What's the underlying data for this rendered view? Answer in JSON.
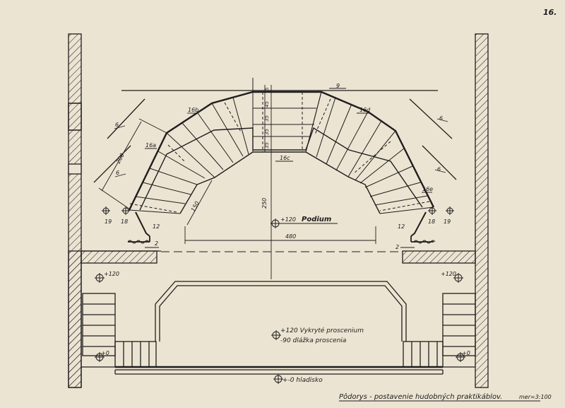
{
  "page_number": "16.",
  "title": "Pôdorys - postavenie hudobných praktikáblov.",
  "scale": "mer=3:100",
  "labels": {
    "podium": "Podium",
    "podium_level": "+120",
    "proscenium_covered": "+120 Vykryté proscenium",
    "proscenium_floor": "-90 dlážka proscenia",
    "stage_floor": "+-0 hladisko",
    "level_left_top": "+120",
    "level_right_top": "+120",
    "level_left_bottom": "+0",
    "level_right_bottom": "+0"
  },
  "dimensions": {
    "d200": "200",
    "d150": "150",
    "d250": "250",
    "d480": "480",
    "d5": "5",
    "d45": "45",
    "d35a": "35",
    "d35b": "35",
    "d35c": "35"
  },
  "markers": {
    "m9": "9",
    "m6_tl": "6",
    "m6_ml": "6",
    "m6_tr": "6",
    "m6_mr": "6",
    "m16a": "16a",
    "m16b": "16b",
    "m16c": "16c",
    "m16d": "16d",
    "m16e": "16e",
    "m19_l": "19",
    "m18_l": "18",
    "m12_l": "12",
    "m2_l": "2",
    "m19_r": "19",
    "m18_r": "18",
    "m12_r": "12",
    "m2_r": "2"
  }
}
